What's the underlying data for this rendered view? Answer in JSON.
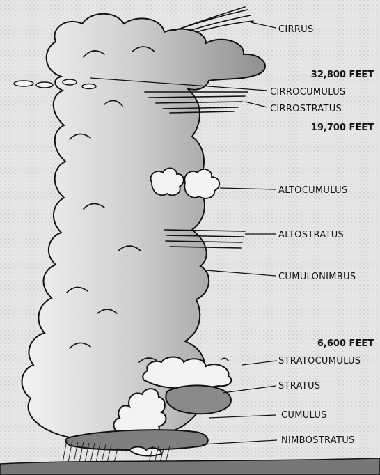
{
  "colors": {
    "background": "#e6e6e6",
    "cloud_light": "#f3f3f3",
    "cloud_mid": "#b9b9b9",
    "cloud_dark": "#8a8a8a",
    "ground": "#777777",
    "ink": "#111111"
  },
  "altitudes": {
    "high": "32,800 FEET",
    "middle": "19,700 FEET",
    "low": "6,600 FEET"
  },
  "cloud_labels": {
    "cirrus": "CIRRUS",
    "cirrocumulus": "CIRROCUMULUS",
    "cirrostratus": "CIRROSTRATUS",
    "altocumulus": "ALTOCUMULUS",
    "altostratus": "ALTOSTRATUS",
    "cumulonimbus": "CUMULONIMBUS",
    "stratocumulus": "STRATOCUMULUS",
    "stratus": "STRATUS",
    "cumulus": "CUMULUS",
    "nimbostratus": "NIMBOSTRATUS"
  }
}
